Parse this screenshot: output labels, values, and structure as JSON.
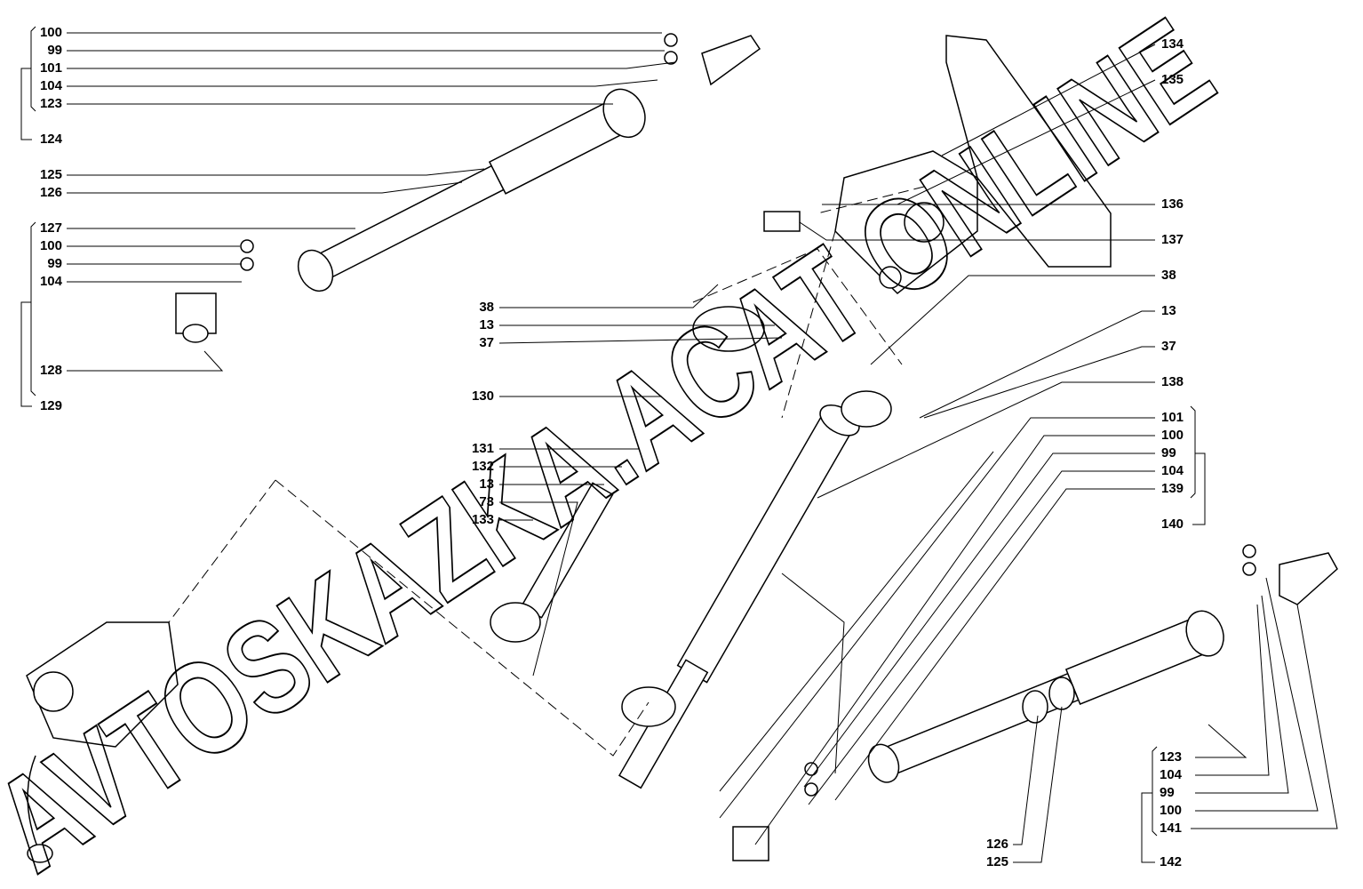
{
  "diagram": {
    "watermark": "AVTOSKAZKA.ACAT ONLINE",
    "callouts_top_left": [
      "100",
      "99",
      "101",
      "104",
      "123",
      "124",
      "125",
      "126",
      "127",
      "100",
      "99",
      "104",
      "128",
      "129"
    ],
    "callouts_center": [
      "38",
      "13",
      "37",
      "130",
      "131",
      "132",
      "13",
      "73",
      "133"
    ],
    "callouts_right": [
      "134",
      "135",
      "136",
      "137",
      "38",
      "13",
      "37",
      "138",
      "101",
      "100",
      "99",
      "104",
      "139",
      "140"
    ],
    "callouts_bottom_right": [
      "123",
      "104",
      "99",
      "100",
      "141",
      "142"
    ],
    "callouts_bottom_center": [
      "126",
      "125"
    ]
  }
}
